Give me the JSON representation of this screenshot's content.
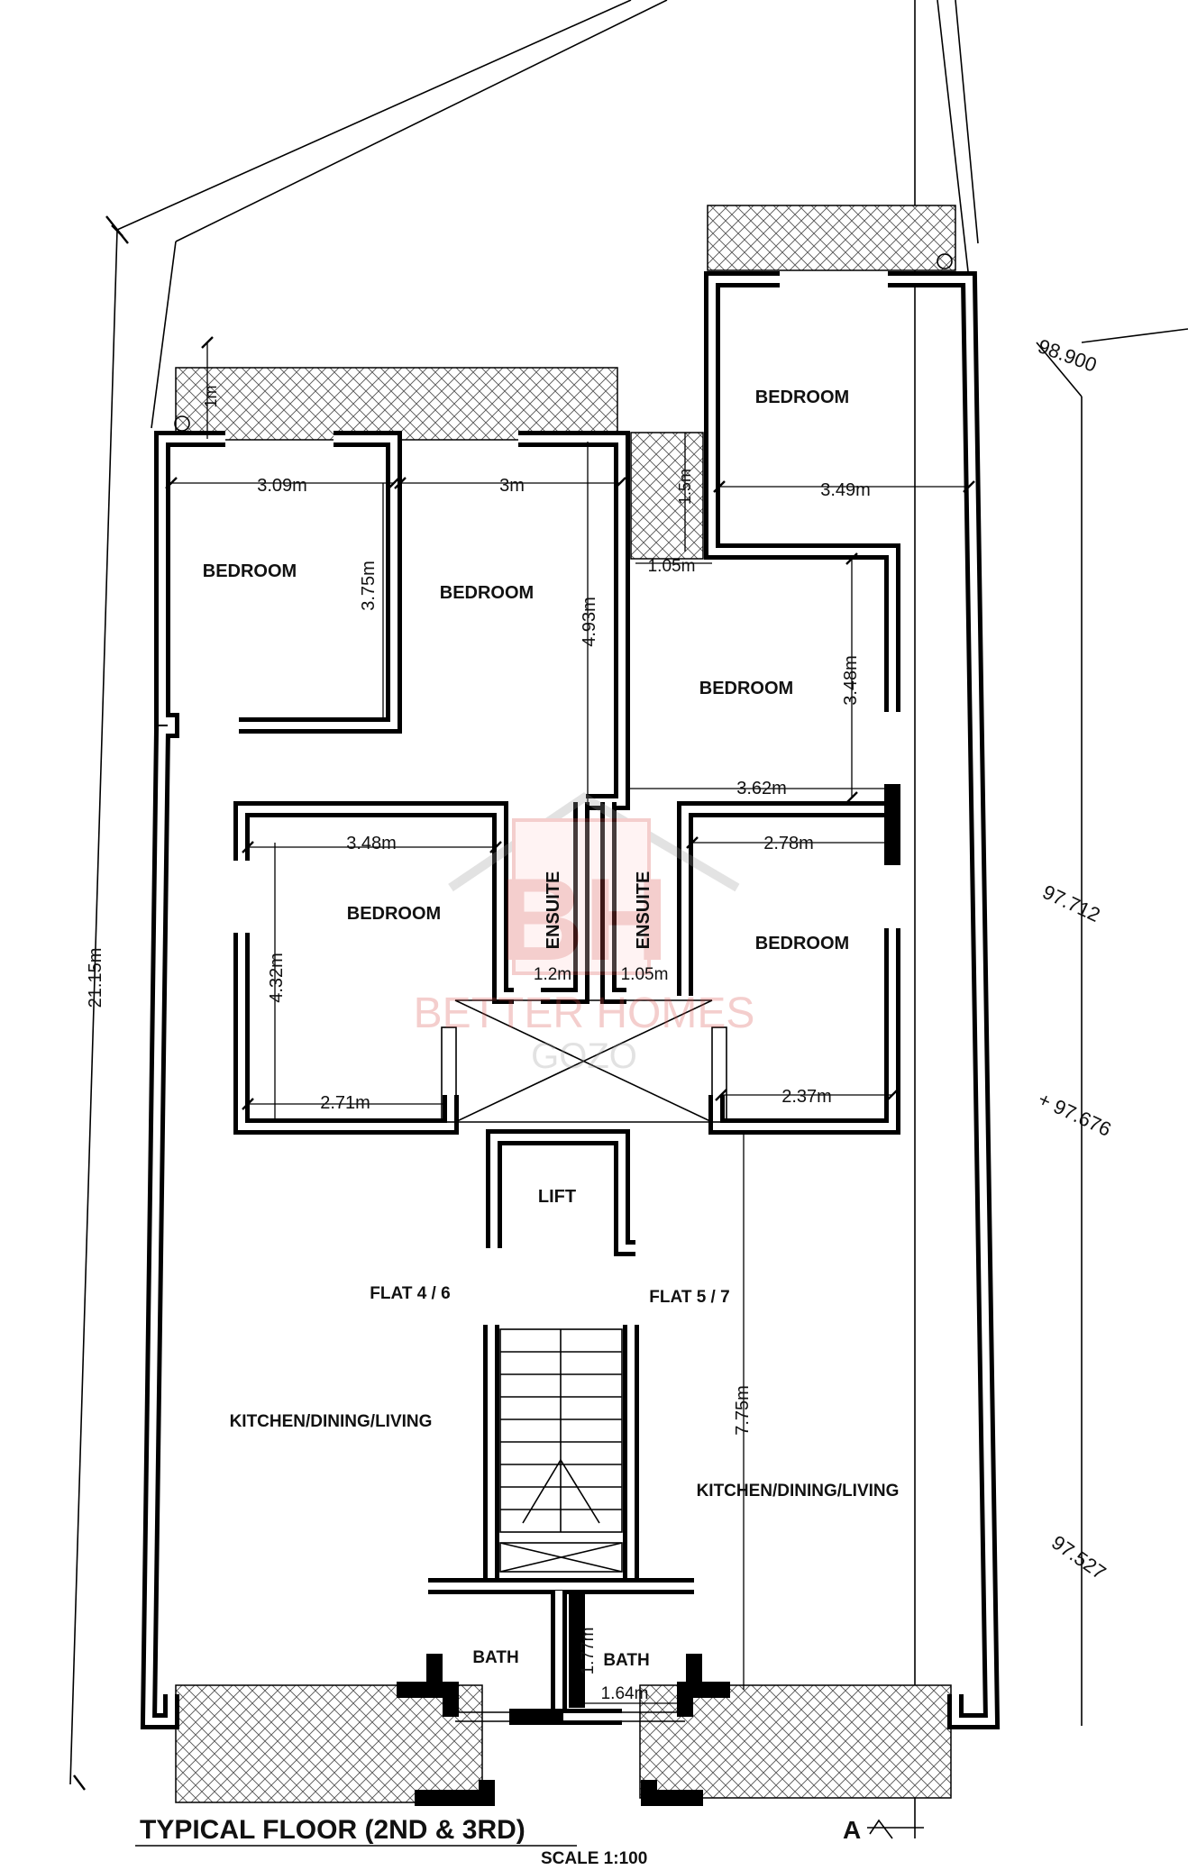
{
  "rooms": {
    "bedroom_a": "BEDROOM",
    "bedroom_b": "BEDROOM",
    "bedroom_c": "BEDROOM",
    "bedroom_d": "BEDROOM",
    "bedroom_e": "BEDROOM",
    "bedroom_f": "BEDROOM",
    "ensuite_left": "ENSUITE",
    "ensuite_right": "ENSUITE",
    "lift": "LIFT",
    "flat_left": "FLAT 4 / 6",
    "flat_right": "FLAT 5 / 7",
    "kdl_left": "KITCHEN/DINING/LIVING",
    "kdl_right": "KITCHEN/DINING/LIVING",
    "bath_left": "BATH",
    "bath_right": "BATH"
  },
  "dimensions": {
    "d_3_09": "3.09m",
    "d_3": "3m",
    "d_3_49": "3.49m",
    "d_3_75": "3.75m",
    "d_4_93": "4.93m",
    "d_1_05_top": "1.05m",
    "d_1_5": "1.5m",
    "d_1m": "1m",
    "d_3_48_v": "3.48m",
    "d_3_62": "3.62m",
    "d_3_48_h": "3.48m",
    "d_2_78": "2.78m",
    "d_4_32": "4.32m",
    "d_1_2": "1.2m",
    "d_1_05_mid": "1.05m",
    "d_2_71": "2.71m",
    "d_2_37": "2.37m",
    "d_21_15": "21.15m",
    "d_7_75": "7.75m",
    "d_1_77": "1.77m",
    "d_1_64": "1.64m"
  },
  "levels": {
    "l_98_900": "98.900",
    "l_97_712": "97.712",
    "l_97_676": "+ 97.676",
    "l_97_527": "97.527"
  },
  "title": "TYPICAL FLOOR (2ND & 3RD)",
  "scale": "SCALE 1:100",
  "section_marker": "A",
  "watermark": {
    "logo": "BH",
    "line1": "BETTER HOMES",
    "line2": "GOZO",
    "color": "#d9534f"
  }
}
